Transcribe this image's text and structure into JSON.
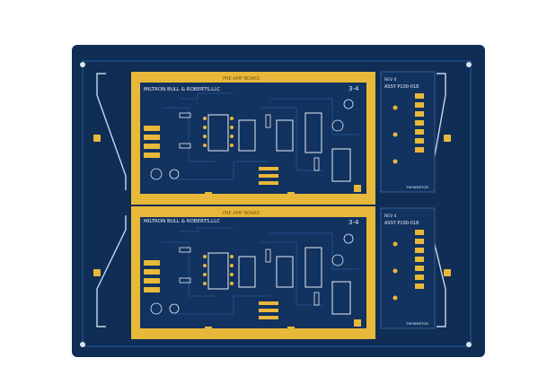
{
  "colors": {
    "background": "#ffffff",
    "solder_mask": "#0f2d55",
    "copper_gold": "#e8b83a",
    "silkscreen": "#e8eef5"
  },
  "boards": [
    {
      "company": "MILTRON BULL & ROBERTS,LLC",
      "title": "PRE AMP BOARD",
      "rev_code": "3-4",
      "side_rev": "REV 4",
      "side_assy": "ASSY P100-018",
      "side_footer": "THERMISTOR"
    },
    {
      "company": "MILTRON BULL & ROBERTS,LLC",
      "title": "PRE AMP BOARD",
      "rev_code": "3-4",
      "side_rev": "REV 4",
      "side_assy": "ASSY P100-018",
      "side_footer": "THERMISTOR"
    }
  ]
}
